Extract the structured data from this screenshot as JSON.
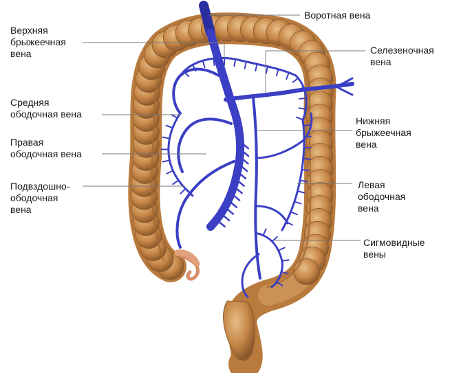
{
  "diagram": {
    "colors": {
      "vein": "#3b3fc4",
      "vein_dark": "#2a2e9e",
      "colon": "#c8894a",
      "colon_light": "#dcae76",
      "colon_shadow": "#8a5a2c",
      "leader": "#777777"
    },
    "labels": {
      "portal": "Воротная вена",
      "superior_mesenteric": "Верхняя\nбрыжеечная\nвена",
      "splenic": "Селезеночная\nвена",
      "middle_colic": "Средняя\nободочная вена",
      "inferior_mesenteric": "Нижняя\nбрыжеечная\nвена",
      "right_colic": "Правая\nободочная вена",
      "ileocolic": "Подвздошно-\nободочная\nвена",
      "left_colic": "Левая\nободочная\nвена",
      "sigmoid": "Сигмовидные\nвены"
    }
  }
}
